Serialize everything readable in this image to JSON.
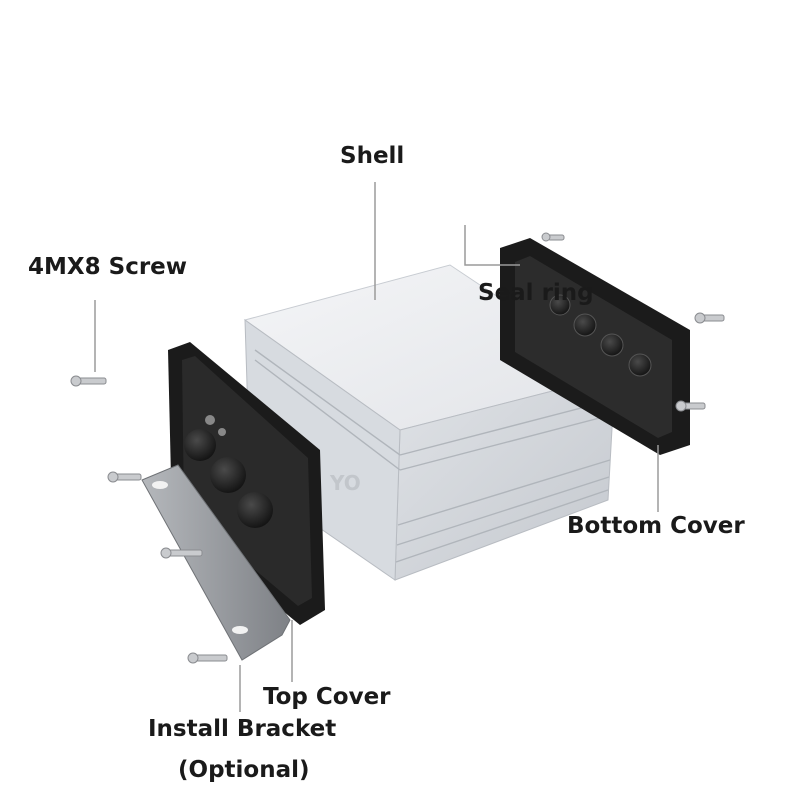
{
  "labels": {
    "shell": "Shell",
    "screw": "4MX8 Screw",
    "seal_ring": "Seal ring",
    "bottom_cover": "Bottom Cover",
    "top_cover": "Top Cover",
    "install_bracket_line1": "Install Bracket",
    "install_bracket_line2": "(Optional)"
  },
  "colors": {
    "label_text": "#1a1a1a",
    "leader_line": "#9a9a9a",
    "shell_top": "#eeeff1",
    "shell_side": "#cfd3d8",
    "cover_black": "#1b1b1b",
    "bracket_gray": "#8e9196"
  }
}
